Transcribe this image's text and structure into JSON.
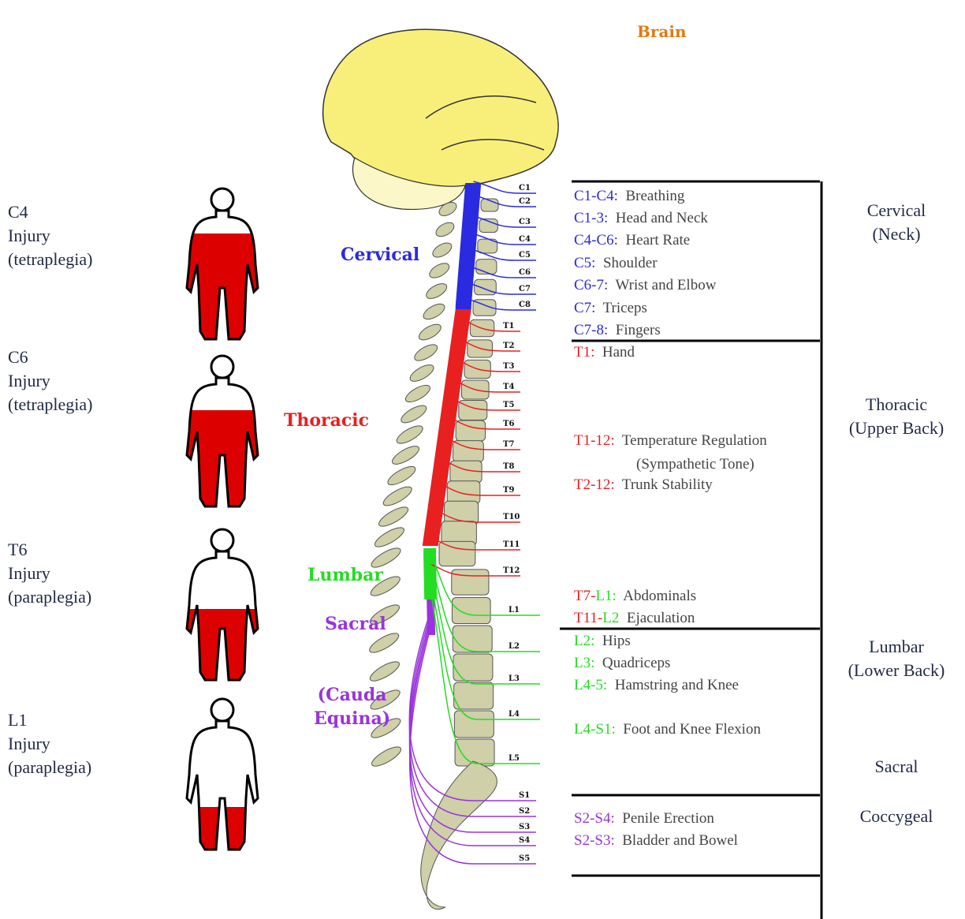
{
  "brain_label": "Brain",
  "colors": {
    "cervical": "#2a2ae0",
    "thoracic": "#e82020",
    "lumbar": "#22dd22",
    "sacral": "#9933dd",
    "brain": "#f7ef7a",
    "bone": "#cfcfa8",
    "injury_fill": "#dd0000",
    "right_text": "#1f2a44"
  },
  "spine_region_labels": {
    "cervical": "Cervical",
    "thoracic": "Thoracic",
    "lumbar": "Lumbar",
    "sacral": "Sacral",
    "cauda": "(Cauda\nEquina)"
  },
  "nerve_labels": {
    "cervical": [
      "C1",
      "C2",
      "C3",
      "C4",
      "C5",
      "C6",
      "C7",
      "C8"
    ],
    "thoracic": [
      "T1",
      "T2",
      "T3",
      "T4",
      "T5",
      "T6",
      "T7",
      "T8",
      "T9",
      "T10",
      "T11",
      "T12"
    ],
    "lumbar": [
      "L1",
      "L2",
      "L3",
      "L4",
      "L5"
    ],
    "sacral": [
      "S1",
      "S2",
      "S3",
      "S4",
      "S5"
    ]
  },
  "injuries": [
    {
      "text": "C4\nInjury\n(tetraplegia)",
      "level": 0.18
    },
    {
      "text": "C6\nInjury\n(tetraplegia)",
      "level": 0.24
    },
    {
      "text": "T6\nInjury\n(paraplegia)",
      "level": 0.4
    },
    {
      "text": "L1\nInjury\n(paraplegia)",
      "level": 0.58
    }
  ],
  "functions": [
    {
      "code": "C1-C4:",
      "desc": "Breathing",
      "color": "blue"
    },
    {
      "code": "C1-3:",
      "desc": "Head and Neck",
      "color": "blue"
    },
    {
      "code": "C4-C6:",
      "desc": "Heart Rate",
      "color": "blue"
    },
    {
      "code": "C5:",
      "desc": "Shoulder",
      "color": "blue"
    },
    {
      "code": "C6-7:",
      "desc": "Wrist and Elbow",
      "color": "blue"
    },
    {
      "code": "C7:",
      "desc": "Triceps",
      "color": "blue"
    },
    {
      "code": "C7-8:",
      "desc": "Fingers",
      "color": "blue"
    },
    {
      "code": "T1:",
      "desc": "Hand",
      "color": "red"
    },
    {
      "code": "T1-12:",
      "desc": "Temperature Regulation",
      "color": "red"
    },
    {
      "code": "",
      "desc": "(Sympathetic Tone)",
      "color": "red"
    },
    {
      "code": "T2-12:",
      "desc": "Trunk Stability",
      "color": "red"
    },
    {
      "code_parts": [
        {
          "t": "T7-",
          "c": "red"
        },
        {
          "t": "L1:",
          "c": "green"
        }
      ],
      "desc": "Abdominals"
    },
    {
      "code_parts": [
        {
          "t": "T11-",
          "c": "red"
        },
        {
          "t": "L2",
          "c": "green"
        }
      ],
      "desc": "Ejaculation"
    },
    {
      "code": "L2:",
      "desc": "Hips",
      "color": "green"
    },
    {
      "code": "L3:",
      "desc": "Quadriceps",
      "color": "green"
    },
    {
      "code": "L4-5:",
      "desc": "Hamstring and Knee",
      "color": "green"
    },
    {
      "code": "L4-S1:",
      "desc": "Foot and Knee Flexion",
      "color": "green"
    },
    {
      "code": "S2-S4:",
      "desc": "Penile Erection",
      "color": "purple"
    },
    {
      "code": "S2-S3:",
      "desc": "Bladder and Bowel",
      "color": "purple"
    }
  ],
  "right_regions": [
    {
      "text": "Cervical\n(Neck)"
    },
    {
      "text": "Thoracic\n(Upper Back)"
    },
    {
      "text": "Lumbar\n(Lower Back)"
    },
    {
      "text": "Sacral"
    },
    {
      "text": "Coccygeal"
    }
  ]
}
